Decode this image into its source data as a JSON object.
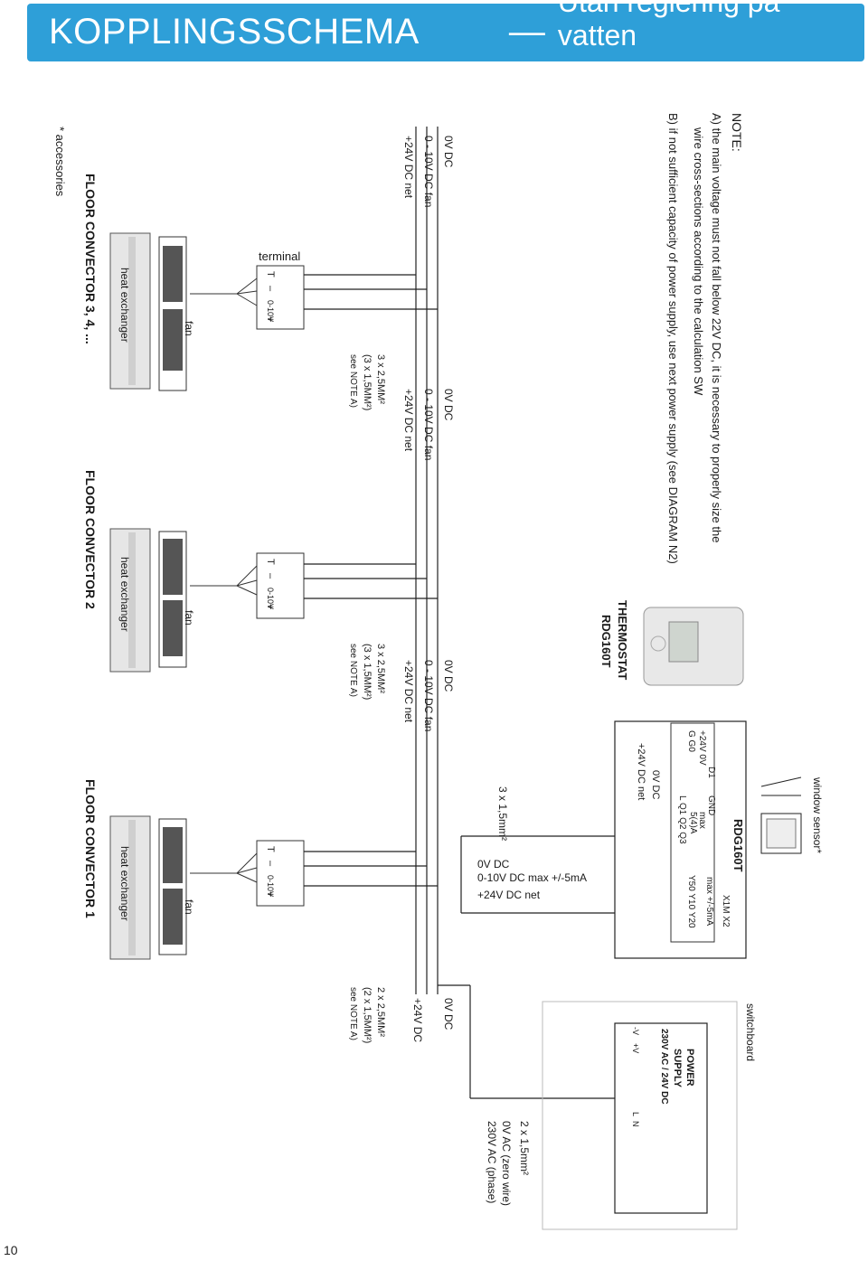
{
  "banner": {
    "title": "WIK KOPPLINGSSCHEMA",
    "separator": "—",
    "subtitle": "Utan reglering på vatten"
  },
  "notes": {
    "heading": "NOTE:",
    "a1": "A) the main voltage must not fall below 22V DC, it is necessary to properly size the",
    "a2": "wire cross-sections according to the calculation SW",
    "b": "B) if not sufficient capacity of power supply, use next power supply (see DIAGRAM N2)"
  },
  "convectors": [
    {
      "label": "FLOOR CONVECTOR 3, 4, ...",
      "fan": "fan",
      "heat_exchanger": "heat exchanger",
      "terminal": "terminal"
    },
    {
      "label": "FLOOR CONVECTOR 2",
      "fan": "fan",
      "heat_exchanger": "heat exchanger"
    },
    {
      "label": "FLOOR CONVECTOR 1",
      "fan": "fan",
      "heat_exchanger": "heat exchanger"
    }
  ],
  "terminal_pins": [
    "T",
    "–",
    "0-10V",
    "+"
  ],
  "accessories": "* accessories",
  "wire_labels": {
    "zero": "0V DC",
    "fan": "0 - 10V DC fan",
    "net": "+24V DC net",
    "sec1": "3 x 2,5MM²",
    "sec2": "(3 x 1,5MM²)",
    "sec3": "see NOTE A)"
  },
  "supply_wire_labels": {
    "zero": "0V DC",
    "plus": "+24V DC",
    "sec1": "2 x 2,5MM²",
    "sec2": "(2 x 1,5MM²)",
    "sec3": "see NOTE A)"
  },
  "thermostat": {
    "name": "THERMOSTAT",
    "model": "RDG160T",
    "box_title": "RDG160T",
    "window_sensor": "window sensor*",
    "pins_left": "+24V 0V",
    "pins_left2": "G   G0",
    "d1": "D1",
    "gnd": "GND",
    "max": "max",
    "cur": "5(4)A",
    "lq": "L   Q1  Q2  Q3",
    "x1m": "X1M  X2",
    "maxma": "max +/-5mA",
    "y": "Y50  Y10  Y20",
    "zero": "0V DC",
    "net": "+24V DC net"
  },
  "control_cable": {
    "section": "3 x 1,5mm²",
    "zero": "0V DC",
    "sig": "0-10V DC   max +/-5mA",
    "net": "+24V DC net"
  },
  "switchboard": {
    "label": "switchboard",
    "ps1": "POWER",
    "ps2": "SUPPLY",
    "ps3": "230V AC / 24V DC",
    "pin_minus": "-V",
    "pin_plus": "+V",
    "pin_l": "L",
    "pin_n": "N"
  },
  "mains": {
    "section": "2 x 1,5mm²",
    "zero": "0V AC (zero wire)",
    "phase": "230V AC (phase)"
  },
  "page_number": "10"
}
